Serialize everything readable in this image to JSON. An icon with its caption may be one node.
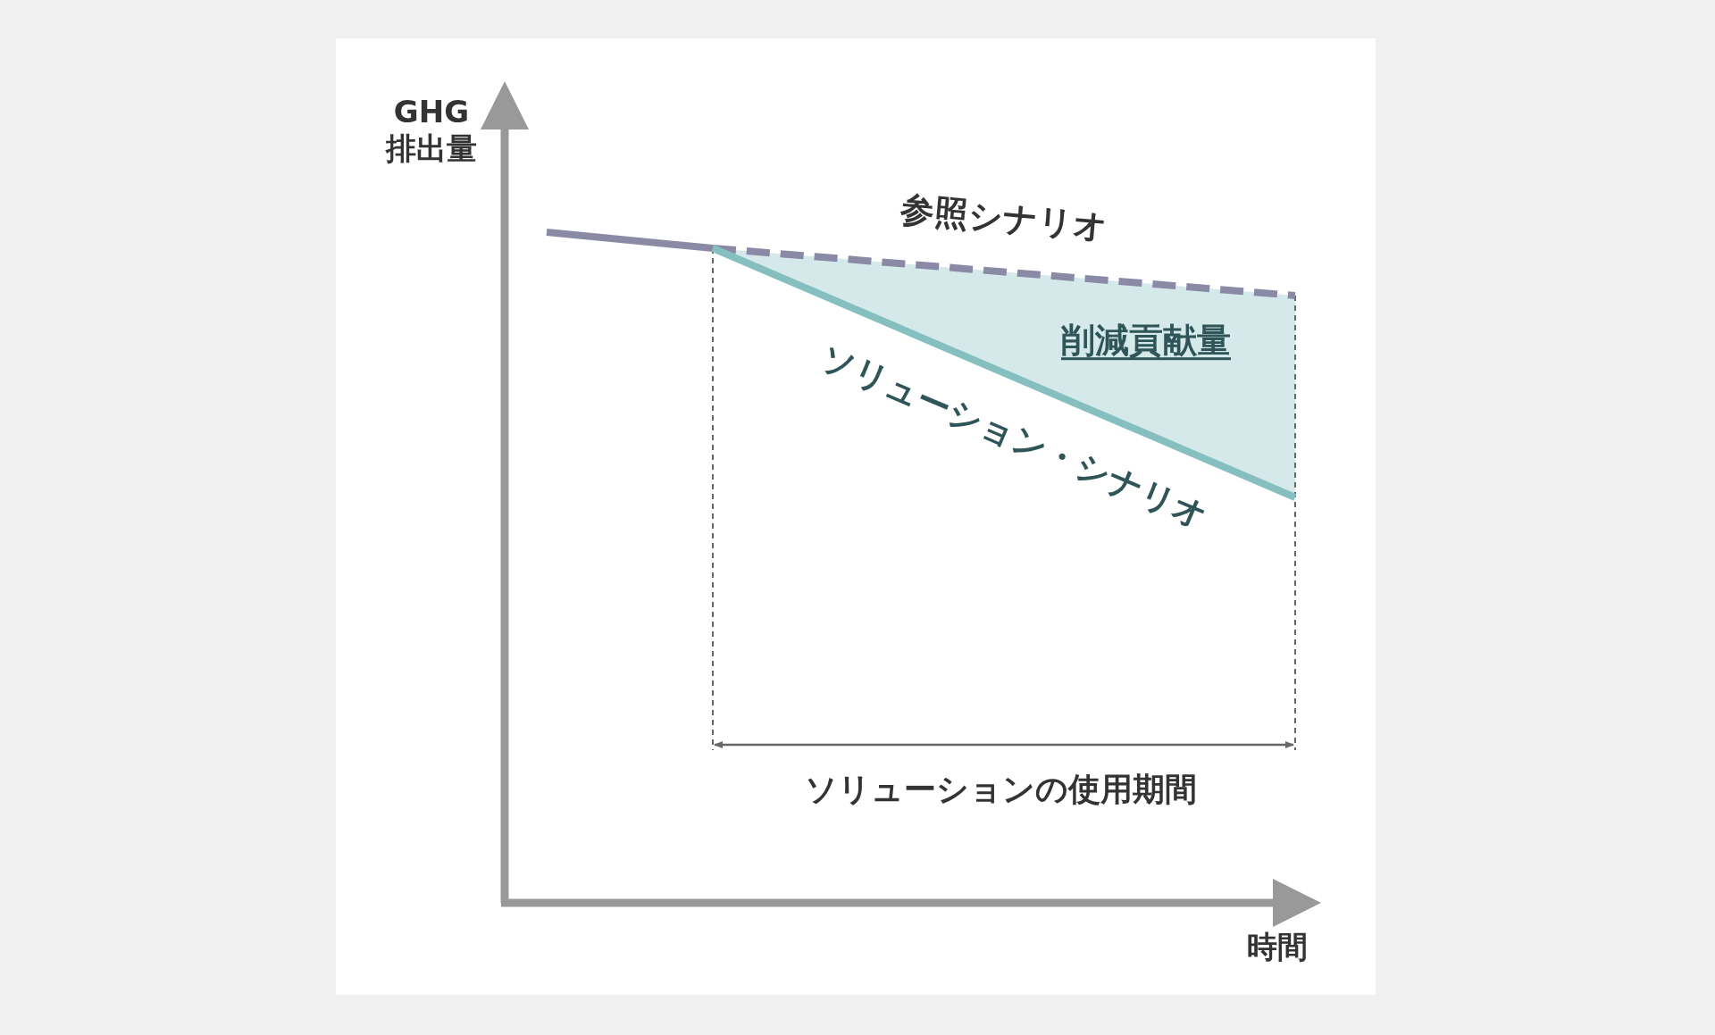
{
  "diagram": {
    "labels": [
      "GHG排出量",
      "参照シナリオ",
      "削減貢献量",
      "ソリューション・シナリオ",
      "ソリューションの使用期間",
      "時間"
    ]
  }
}
